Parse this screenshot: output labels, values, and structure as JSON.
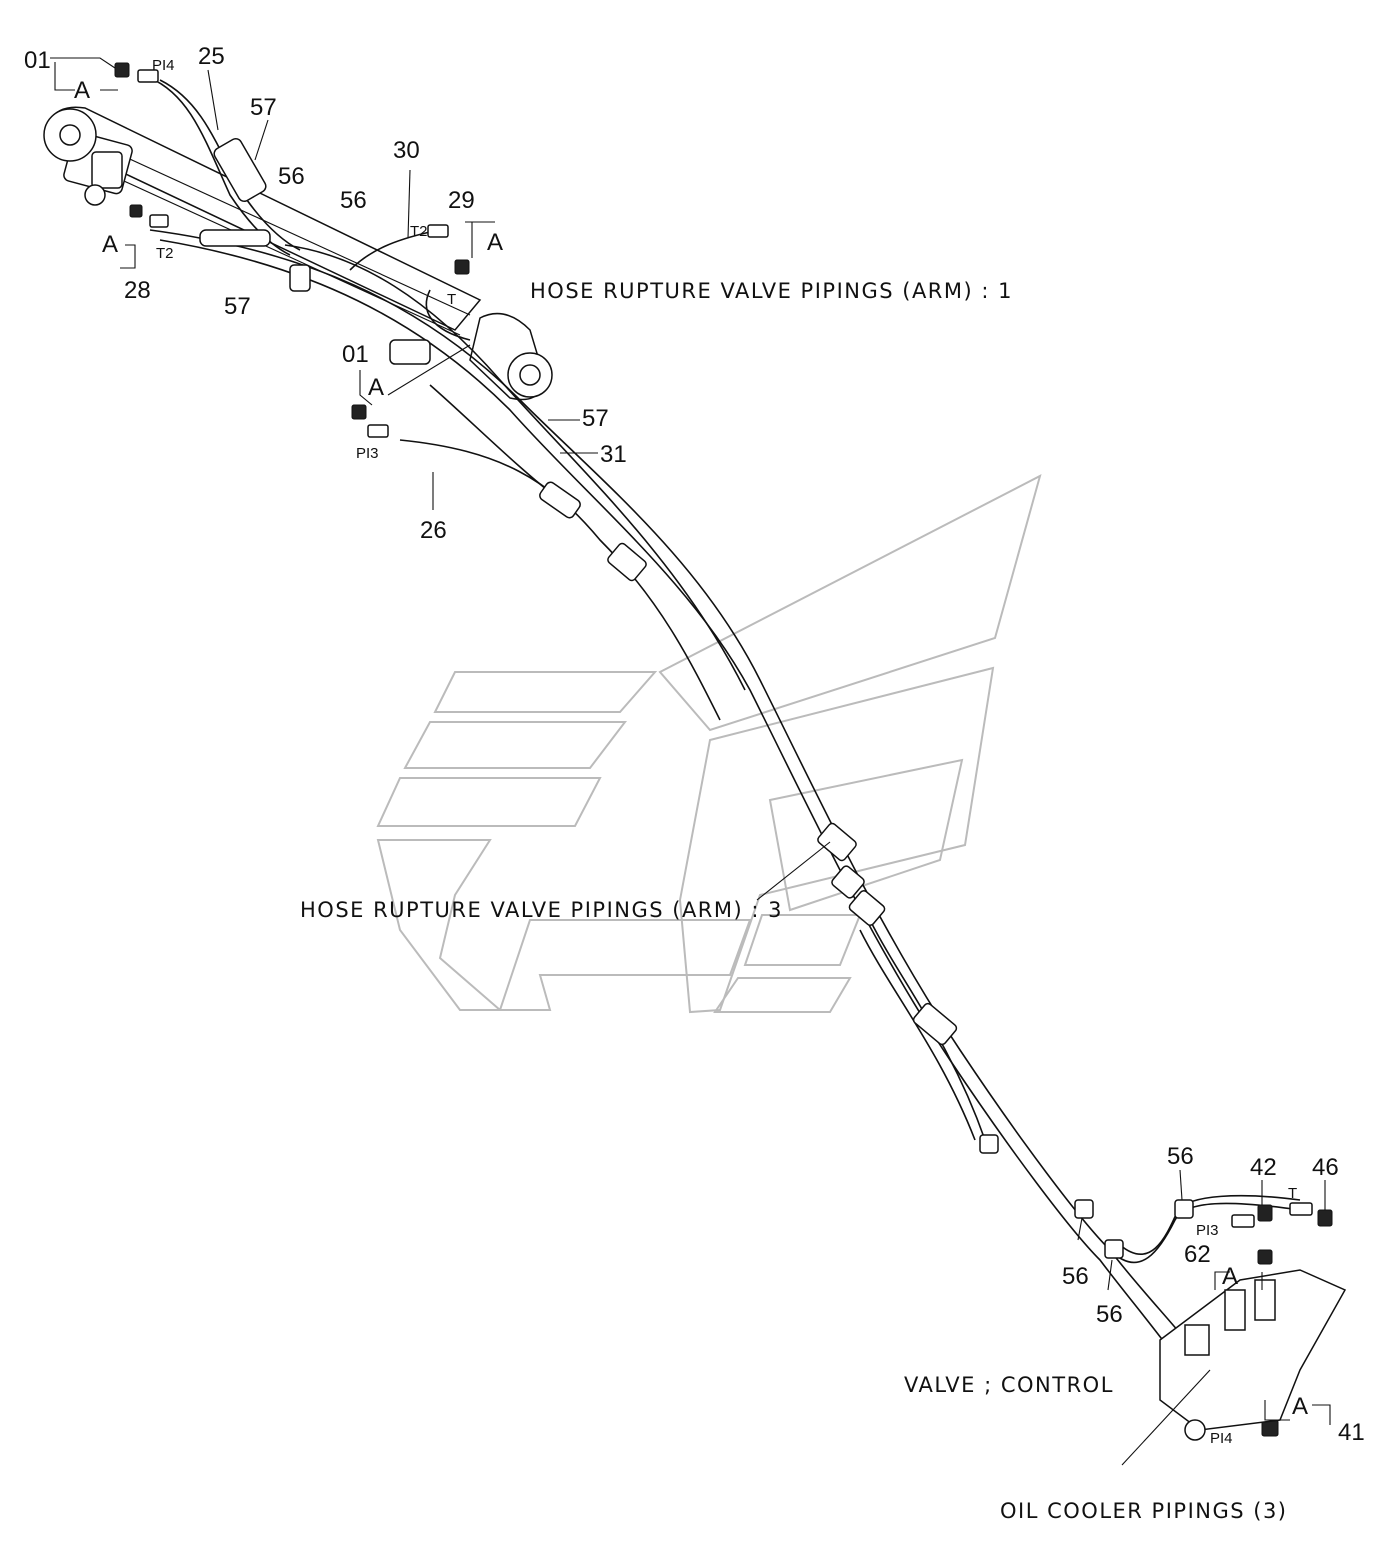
{
  "section_labels": {
    "arm1": "HOSE RUPTURE VALVE PIPINGS (ARM) : 1",
    "arm3": "HOSE RUPTURE VALVE PIPINGS (ARM) : 3",
    "control_valve": "VALVE ; CONTROL",
    "oil_cooler": "OIL COOLER PIPINGS (3)"
  },
  "callouts": {
    "c01_top": "01",
    "a_top": "A",
    "pi4_top": "PI4",
    "c25": "25",
    "c57_top": "57",
    "c30": "30",
    "c56_a": "56",
    "c56_b": "56",
    "c29": "29",
    "a_29": "A",
    "t2_right": "T2",
    "t_mid": "T",
    "a_left": "A",
    "t2_left": "T2",
    "c28": "28",
    "c57_left": "57",
    "c01_mid": "01",
    "a_mid": "A",
    "pi3_mid": "PI3",
    "c26": "26",
    "c57_right": "57",
    "c31": "31",
    "c56_c": "56",
    "c42": "42",
    "c46": "46",
    "t_bottom": "T",
    "pi3_bottom": "PI3",
    "c62": "62",
    "a_62": "A",
    "c56_d": "56",
    "c56_e": "56",
    "pi4_bottom": "PI4",
    "a_41": "A",
    "c41": "41"
  }
}
